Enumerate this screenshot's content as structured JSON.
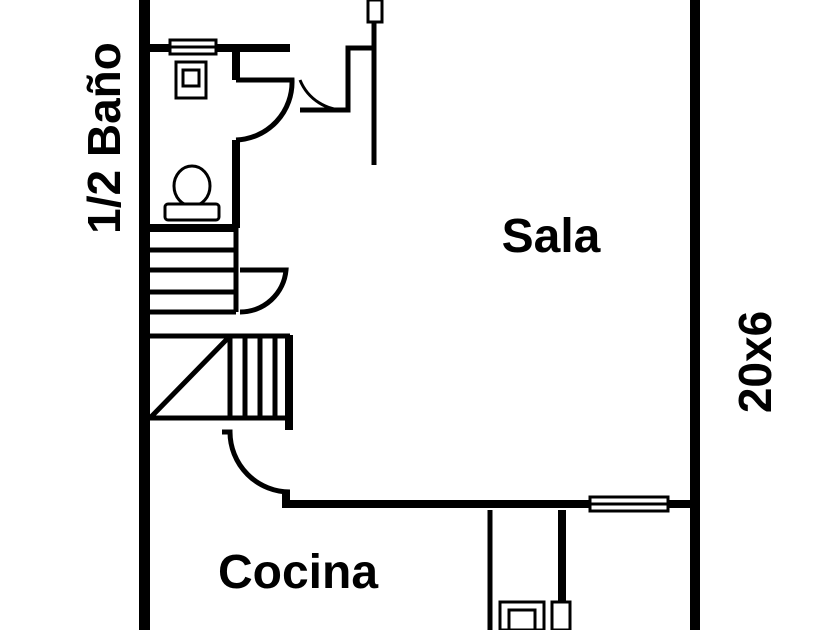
{
  "floor_plan": {
    "rooms": {
      "half_bath": "1/2 Baño",
      "living_room": "Sala",
      "kitchen": "Cocina"
    },
    "dimensions": "20x6"
  },
  "colors": {
    "wall": "#000000",
    "background": "#ffffff"
  }
}
